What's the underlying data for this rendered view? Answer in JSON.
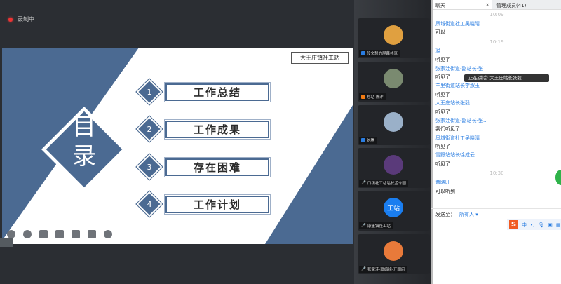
{
  "recording": {
    "label": "录制中"
  },
  "slide": {
    "station": "大王庄镇社工站",
    "title": "目录",
    "title_chars": [
      "目",
      "录"
    ],
    "items": [
      {
        "num": "1",
        "label": "工作总结"
      },
      {
        "num": "2",
        "label": "工作成果"
      },
      {
        "num": "3",
        "label": "存在困难"
      },
      {
        "num": "4",
        "label": "工作计划"
      }
    ],
    "accent": "#4b6a92"
  },
  "toolbar": [
    "prev-icon",
    "next-icon",
    "pen-icon",
    "screenshot-icon",
    "camera-icon",
    "subtitle-icon",
    "more-icon"
  ],
  "participants": [
    {
      "name": "段文慧的屏幕共享",
      "badge": "blue",
      "avatar": "#e0a040"
    },
    {
      "name": "总站 陈洋",
      "badge": "orange",
      "avatar": "#7a8a70"
    },
    {
      "name": "刘腾",
      "badge": "blue",
      "avatar": "#9ab0c8"
    },
    {
      "name": "口镇社工站站长孟令园",
      "badge": "",
      "avatar": "#5a3a7a"
    },
    {
      "name": "康堡镇社工站",
      "badge": "",
      "avatar": "#1a7ef0",
      "initials": "工站"
    },
    {
      "name": "张家洼-联络组-开朝府",
      "badge": "",
      "avatar": "#e87a3a"
    }
  ],
  "chat": {
    "tab_chat": "聊天",
    "tab_members": "管理成员(41)",
    "messages": [
      {
        "type": "time",
        "text": "10:09"
      },
      {
        "type": "name",
        "text": "凤城街道社工吴晓晴"
      },
      {
        "type": "text",
        "text": "可以"
      },
      {
        "type": "time",
        "text": "10:19"
      },
      {
        "type": "name",
        "text": "溢"
      },
      {
        "type": "text",
        "text": "听见了"
      },
      {
        "type": "name",
        "text": "张家洼街道-副站长-张"
      },
      {
        "type": "text",
        "text": "听见了"
      },
      {
        "type": "name",
        "text": "羊里街道站长李淑玉"
      },
      {
        "type": "text",
        "text": "听见了"
      },
      {
        "type": "name",
        "text": "大王庄站长张毅"
      },
      {
        "type": "text",
        "text": "听见了"
      },
      {
        "type": "name",
        "text": "张家洼街道-副站长-张..."
      },
      {
        "type": "text",
        "text": "我们听见了"
      },
      {
        "type": "name",
        "text": "凤城街道社工吴晓晴"
      },
      {
        "type": "text",
        "text": "听见了"
      },
      {
        "type": "name",
        "text": "雪野站站长徐成云"
      },
      {
        "type": "text",
        "text": "听见了"
      },
      {
        "type": "time",
        "text": "10:30"
      },
      {
        "type": "name",
        "text": "   曹晓旺"
      },
      {
        "type": "text",
        "text": "可以听到"
      }
    ],
    "speaking_tooltip": "正在讲话: 大王庄站长张毅",
    "send_to_label": "发送至：",
    "send_to_value": "所有人 ▾",
    "ime": {
      "logo": "S",
      "mode": "中"
    }
  }
}
